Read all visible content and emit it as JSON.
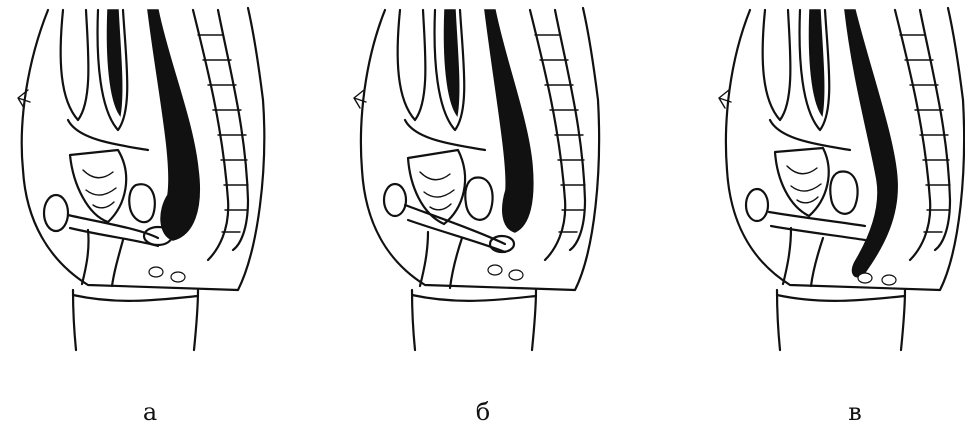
{
  "figure": {
    "panels": [
      {
        "id": "a",
        "label": "а"
      },
      {
        "id": "b",
        "label": "б"
      },
      {
        "id": "c",
        "label": "в"
      }
    ]
  }
}
